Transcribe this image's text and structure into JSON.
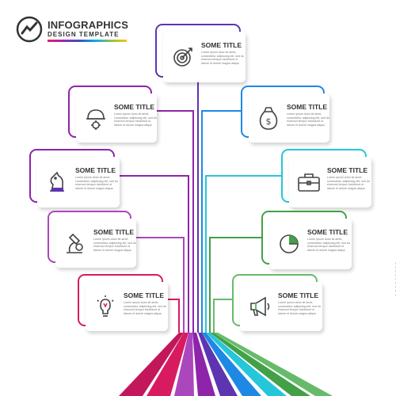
{
  "logo": {
    "title": "INFOGRAPHICS",
    "subtitle": "DESIGN TEMPLATE"
  },
  "watermark": {
    "id": "388969239"
  },
  "cards": [
    {
      "title": "SOME TITLE",
      "text": "Lorem ipsum dolor sit amet, consectetur adipiscing elit, sed do eiusmod tempor incididunt ut labore et dolore magna aliqua.",
      "icon": "target-icon",
      "color": "#5e35b1"
    },
    {
      "title": "SOME TITLE",
      "text": "Lorem ipsum dolor sit amet, consectetur adipiscing elit, sed do eiusmod tempor incididunt ut labore et dolore magna aliqua.",
      "icon": "helmet-gear-icon",
      "color": "#8e24aa"
    },
    {
      "title": "SOME TITLE",
      "text": "Lorem ipsum dolor sit amet, consectetur adipiscing elit, sed do eiusmod tempor incididunt ut labore et dolore magna aliqua.",
      "icon": "money-bag-icon",
      "color": "#1e88e5"
    },
    {
      "title": "SOME TITLE",
      "text": "Lorem ipsum dolor sit amet, consectetur adipiscing elit, sed do eiusmod tempor incididunt ut labore et dolore magna aliqua.",
      "icon": "chess-knight-icon",
      "color": "#8e24aa"
    },
    {
      "title": "SOME TITLE",
      "text": "Lorem ipsum dolor sit amet, consectetur adipiscing elit, sed do eiusmod tempor incididunt ut labore et dolore magna aliqua.",
      "icon": "briefcase-icon",
      "color": "#26c6da"
    },
    {
      "title": "SOME TITLE",
      "text": "Lorem ipsum dolor sit amet, consectetur adipiscing elit, sed do eiusmod tempor incididunt ut labore et dolore magna aliqua.",
      "icon": "microscope-icon",
      "color": "#ab47bc"
    },
    {
      "title": "SOME TITLE",
      "text": "Lorem ipsum dolor sit amet, consectetur adipiscing elit, sed do eiusmod tempor incididunt ut labore et dolore magna aliqua.",
      "icon": "pie-chart-icon",
      "color": "#43a047"
    },
    {
      "title": "SOME TITLE",
      "text": "Lorem ipsum dolor sit amet, consectetur adipiscing elit, sed do eiusmod tempor incididunt ut labore et dolore magna aliqua.",
      "icon": "lightbulb-icon",
      "color": "#d81b60"
    },
    {
      "title": "SOME TITLE",
      "text": "Lorem ipsum dolor sit amet, consectetur adipiscing elit, sed do eiusmod tempor incididunt ut labore et dolore magna aliqua.",
      "icon": "megaphone-icon",
      "color": "#66bb6a"
    }
  ]
}
